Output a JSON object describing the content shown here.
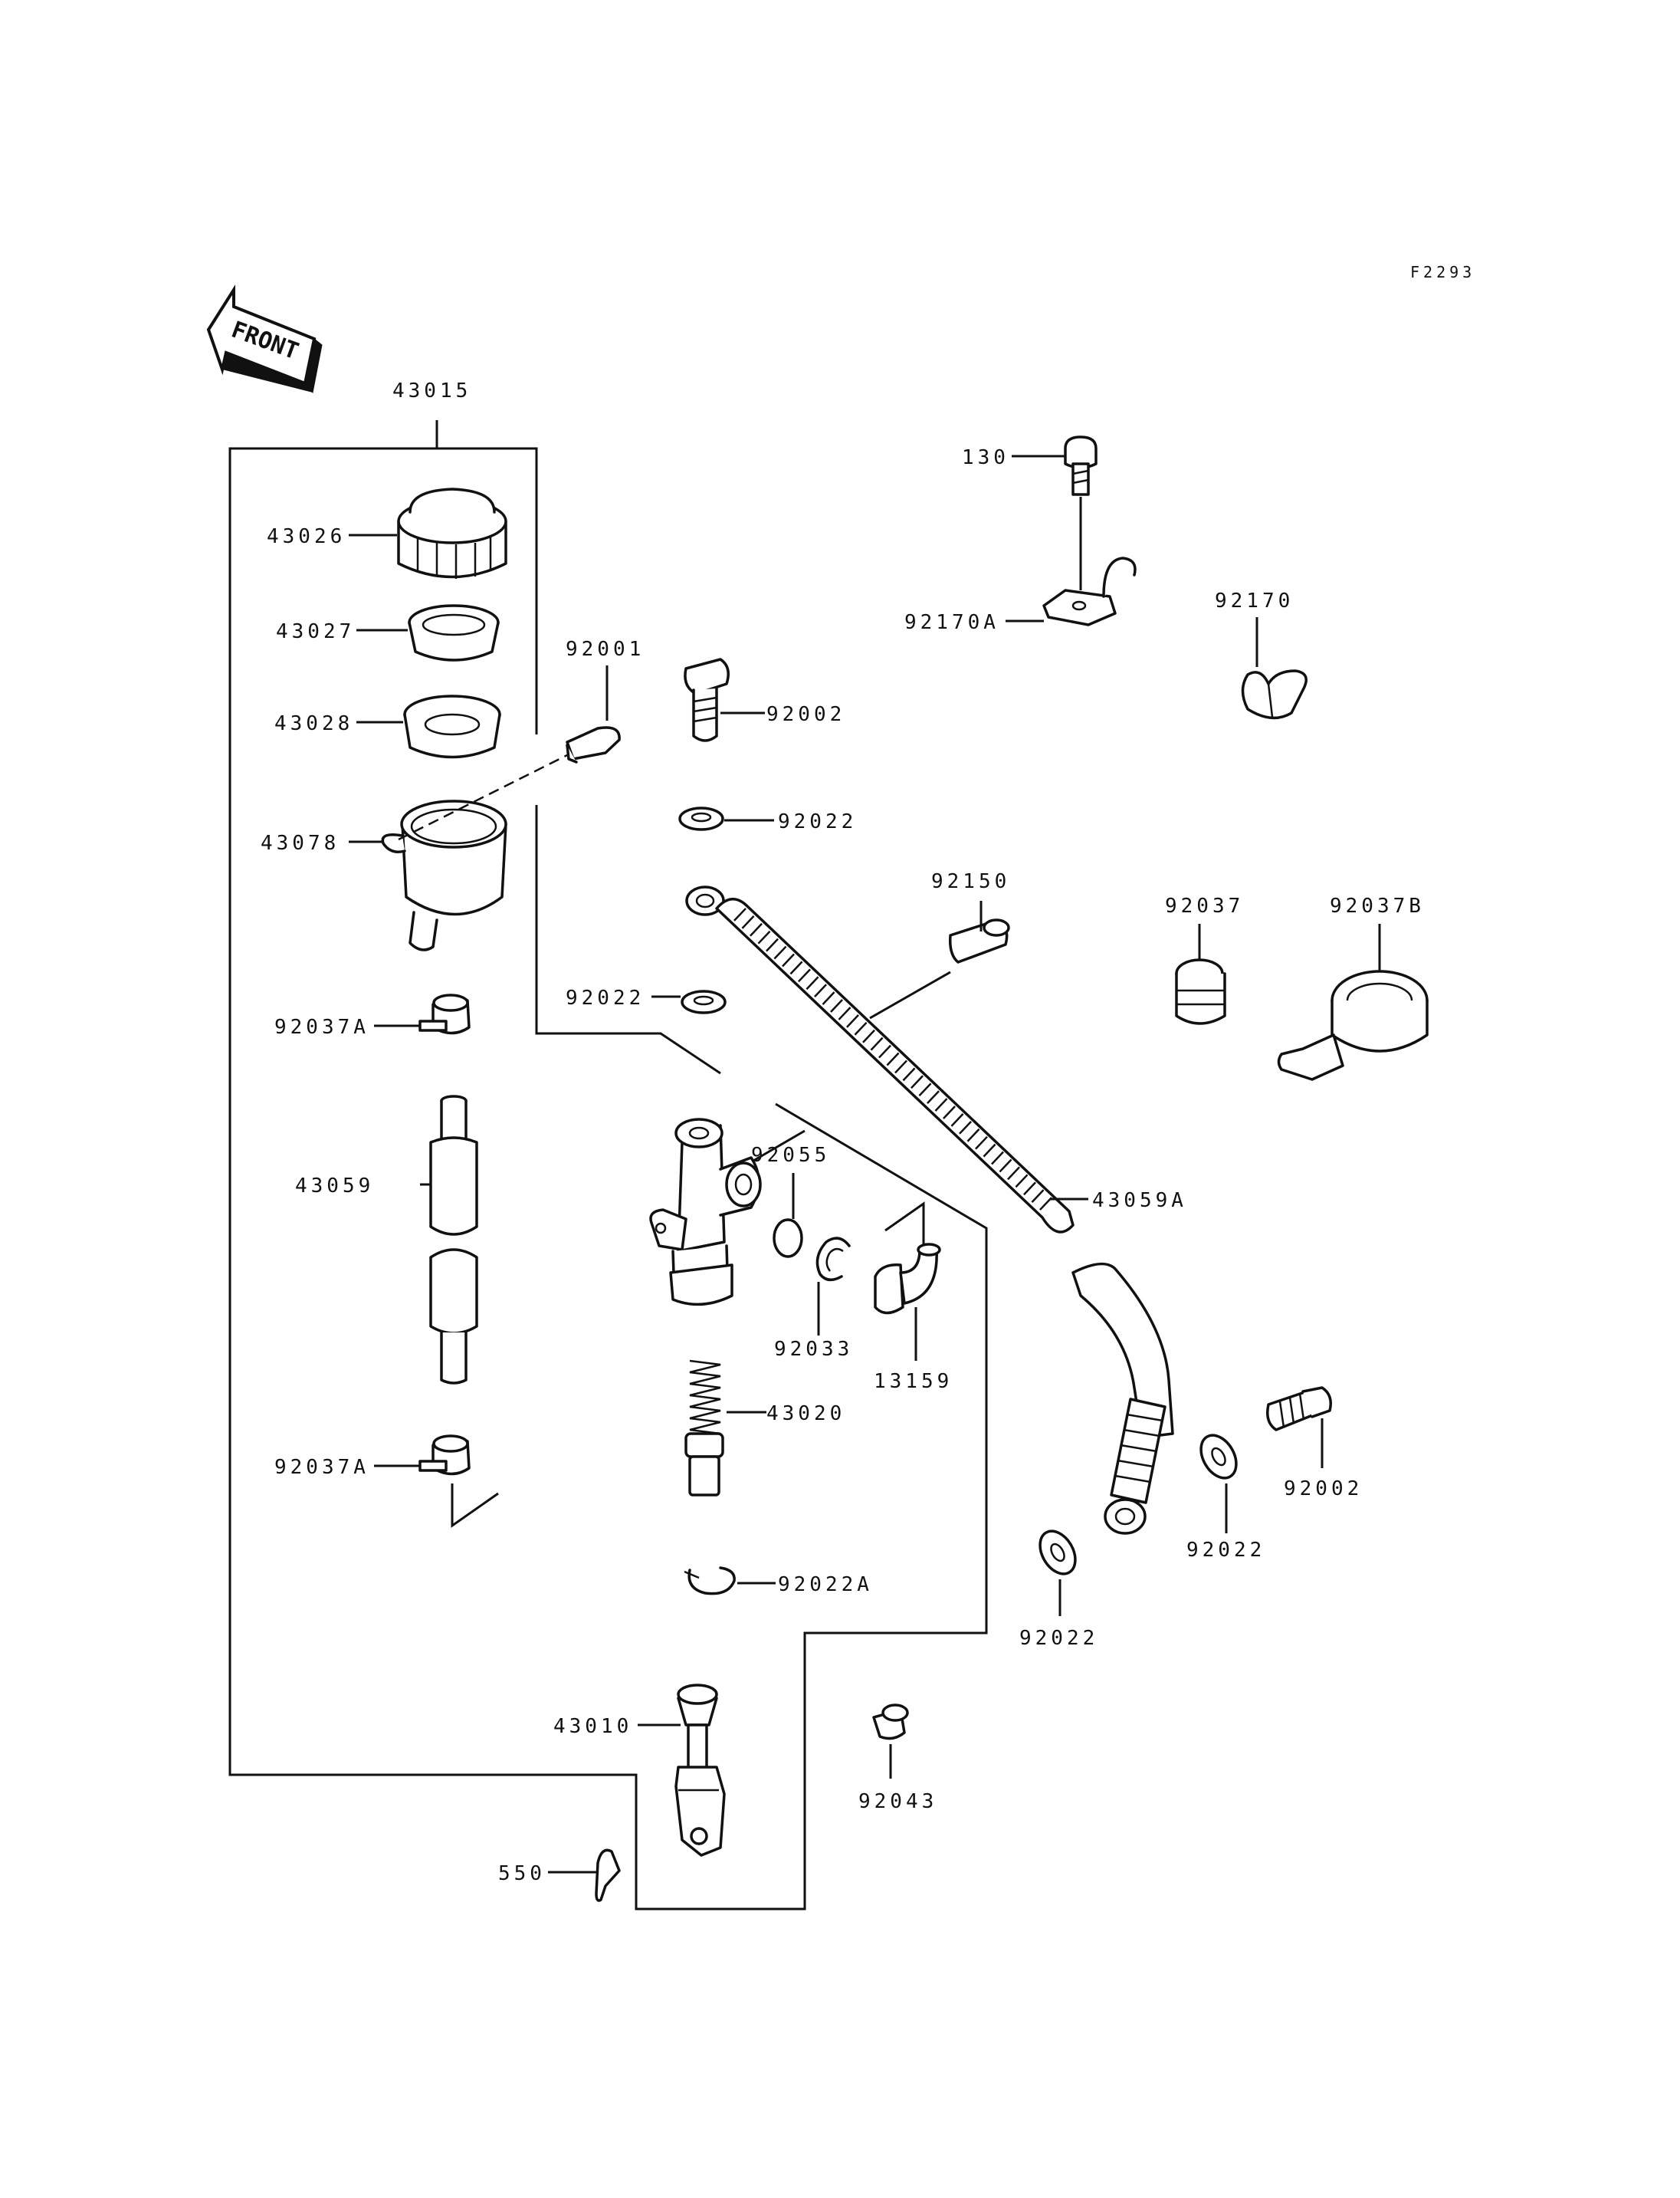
{
  "figure_code": "F2293",
  "front_label": "FRONT",
  "parts": {
    "p43015": "43015",
    "p43026": "43026",
    "p43027": "43027",
    "p43028": "43028",
    "p43078": "43078",
    "p92037A_1": "92037A",
    "p43059": "43059",
    "p92037A_2": "92037A",
    "p92001": "92001",
    "p92002_1": "92002",
    "p92022_1": "92022",
    "p92022_2": "92022",
    "p92150": "92150",
    "p43059A": "43059A",
    "p92055": "92055",
    "p92033": "92033",
    "p13159": "13159",
    "p43020": "43020",
    "p92022A": "92022A",
    "p43010": "43010",
    "p550": "550",
    "p92043": "92043",
    "p130": "130",
    "p92170A": "92170A",
    "p92170": "92170",
    "p92037": "92037",
    "p92037B": "92037B",
    "p92002_2": "92002",
    "p92022_3": "92022",
    "p92022_4": "92022"
  }
}
